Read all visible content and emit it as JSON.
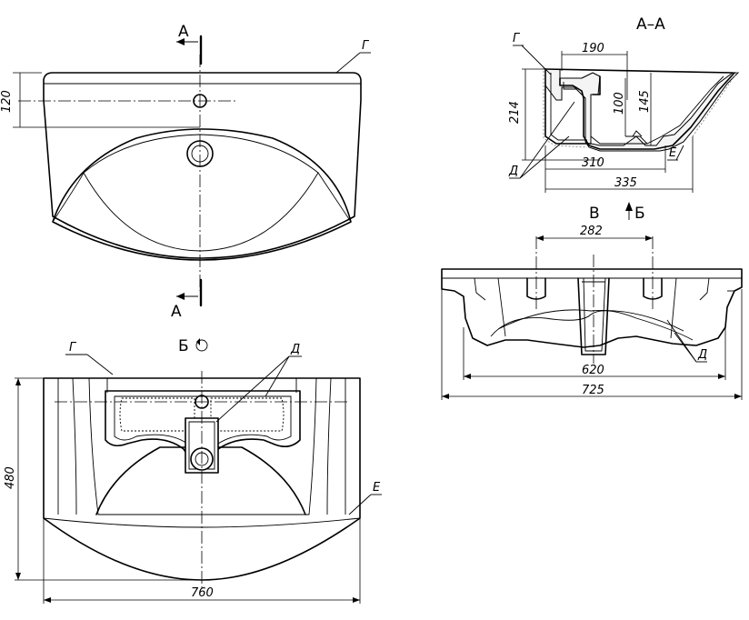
{
  "labels": {
    "section_a": "А",
    "section_aa": "А–А",
    "view_b": "Б",
    "view_b_rot": "Б",
    "view_v": "В",
    "mark_g": "Г",
    "mark_d": "Д",
    "mark_e": "Е"
  },
  "dims": {
    "d120": "120",
    "d480": "480",
    "d760": "760",
    "d190": "190",
    "d214": "214",
    "d100": "100",
    "d145": "145",
    "d310": "310",
    "d335": "335",
    "d282": "282",
    "d620": "620",
    "d725": "725"
  }
}
